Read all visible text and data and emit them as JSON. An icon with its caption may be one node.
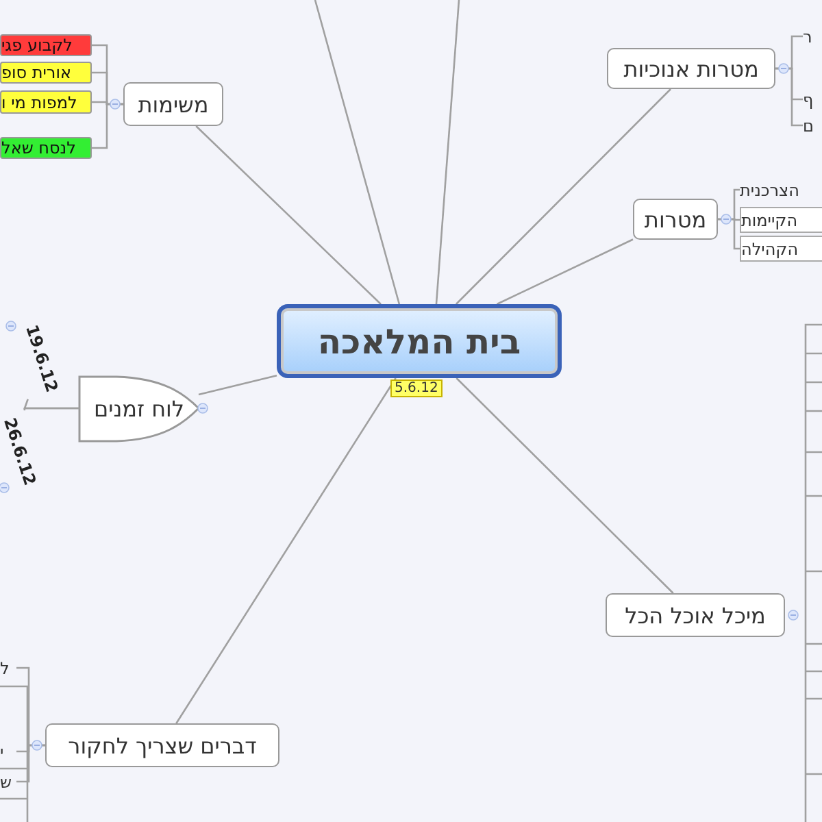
{
  "diagram": {
    "nodes": [
      {
        "text": [
          "בית המלאכה"
        ],
        "beside": [
          "5.6.12"
        ]
      },
      {
        "text": [
          "משימות"
        ]
      },
      {
        "text": [
          "לקבוע פגי"
        ]
      },
      {
        "text": [
          "אורית סופ"
        ]
      },
      {
        "text": [
          "למפות מי ו"
        ]
      },
      {
        "text": [
          "לנסח שאל"
        ]
      },
      {
        "text": [
          "מטרות אנוכיות"
        ]
      },
      {
        "text": [
          "ר"
        ]
      },
      {
        "text": [
          "ף"
        ]
      },
      {
        "text": [
          "ם"
        ]
      },
      {
        "text": [
          "מטרות"
        ]
      },
      {
        "text": [
          "הצרכנית"
        ]
      },
      {
        "text": [
          "הקיימות"
        ]
      },
      {
        "text": [
          "הקהילה"
        ]
      },
      {
        "text": [
          "לוח זמנים"
        ]
      },
      {
        "text": [
          "19.6.12"
        ]
      },
      {
        "text": [
          "26.6.12"
        ]
      },
      {
        "text": [
          "מיכל אוכל הכל"
        ]
      },
      {
        "text": [
          "דברים שצריך לחקור"
        ]
      },
      {
        "text": [
          "ל"
        ]
      },
      {
        "text": [
          "י"
        ]
      },
      {
        "text": [
          "ש"
        ]
      }
    ],
    "edges": [
      {
        "from": 0,
        "to": 1,
        "arrow": "none"
      },
      {
        "from": 0,
        "to": 6,
        "arrow": "none"
      },
      {
        "from": 0,
        "to": 10,
        "arrow": "none"
      },
      {
        "from": 0,
        "to": 14,
        "arrow": "none"
      },
      {
        "from": 0,
        "to": 17,
        "arrow": "none"
      },
      {
        "from": 0,
        "to": 18,
        "arrow": "none"
      },
      {
        "from": 0,
        "to": null,
        "arrow": "none"
      },
      {
        "from": 0,
        "to": null,
        "arrow": "none"
      },
      {
        "from": 1,
        "to": 2,
        "arrow": "none"
      },
      {
        "from": 1,
        "to": 3,
        "arrow": "none"
      },
      {
        "from": 1,
        "to": 4,
        "arrow": "none"
      },
      {
        "from": 1,
        "to": 5,
        "arrow": "none"
      },
      {
        "from": 6,
        "to": 7,
        "arrow": "none"
      },
      {
        "from": 6,
        "to": 8,
        "arrow": "none"
      },
      {
        "from": 6,
        "to": 9,
        "arrow": "none"
      },
      {
        "from": 10,
        "to": 11,
        "arrow": "none"
      },
      {
        "from": 10,
        "to": 12,
        "arrow": "none"
      },
      {
        "from": 10,
        "to": 13,
        "arrow": "none"
      },
      {
        "from": 14,
        "to": 15,
        "arrow": "none"
      },
      {
        "from": 14,
        "to": 16,
        "arrow": "none"
      },
      {
        "from": 18,
        "to": 19,
        "arrow": "none"
      },
      {
        "from": 18,
        "to": 20,
        "arrow": "none"
      },
      {
        "from": 18,
        "to": 21,
        "arrow": "none"
      }
    ]
  }
}
